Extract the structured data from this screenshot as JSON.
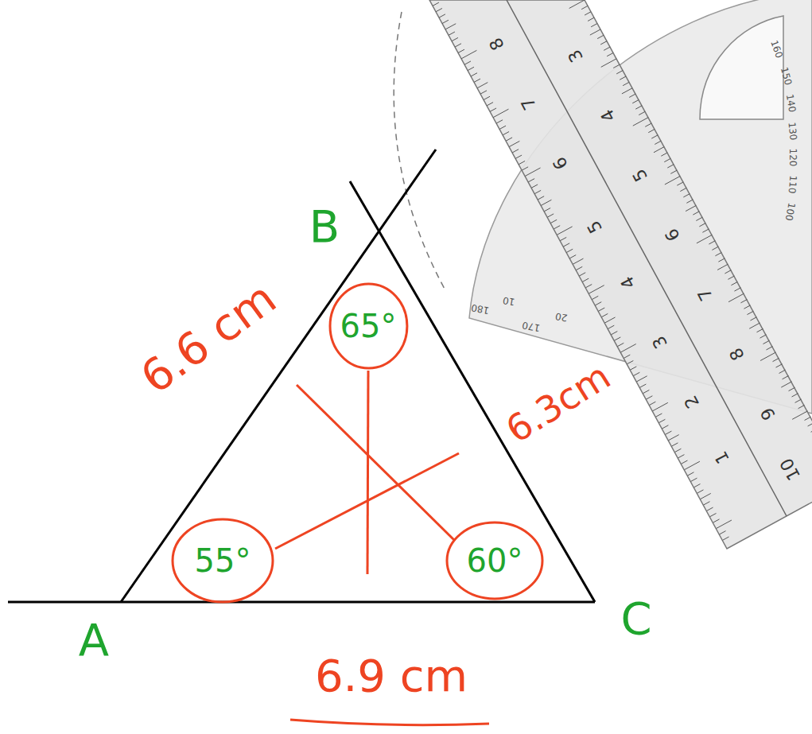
{
  "diagram": {
    "nodes": [
      {
        "text": [
          "65°"
        ]
      },
      {
        "text": [
          "55°"
        ]
      },
      {
        "text": [
          "60°"
        ]
      }
    ],
    "labels": [
      "B",
      "6.6 cm",
      "6.3cm",
      "A",
      "6.9 cm",
      "C",
      "8",
      "7",
      "6",
      "5",
      "4",
      "3",
      "2",
      "1",
      "3",
      "4",
      "5",
      "6",
      "7",
      "8",
      "9",
      "10",
      "160",
      "150",
      "140",
      "130",
      "120",
      "110",
      "100",
      "180",
      "10",
      "170",
      "20"
    ]
  }
}
